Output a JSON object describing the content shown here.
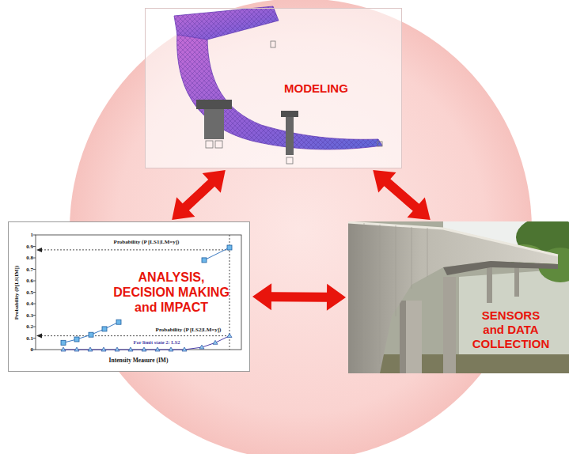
{
  "diagram": {
    "nodes": [
      {
        "text": [
          "MODELING"
        ]
      },
      {
        "text": [
          "ANALYSIS, DECISION MAKING and IMPACT"
        ]
      },
      {
        "text": [
          "SENSORS and DATA COLLECTION"
        ]
      }
    ],
    "edges": [
      {
        "from": 0,
        "to": 1,
        "arrow": "both"
      },
      {
        "from": 0,
        "to": 2,
        "arrow": "both"
      },
      {
        "from": 1,
        "to": 2,
        "arrow": "both"
      }
    ],
    "labels": [
      "1",
      "0.9",
      "0.8",
      "0.7",
      "0.6",
      "0.5",
      "0.4",
      "0.3",
      "0.2",
      "0.1",
      "0",
      "Probability (P[LS|IM])",
      "Intensity Measure (IM)",
      "Probability (P [LS1|LM=y])",
      "Probability (P [LS2|LM=y])",
      "For limit state 2: LS2"
    ]
  }
}
